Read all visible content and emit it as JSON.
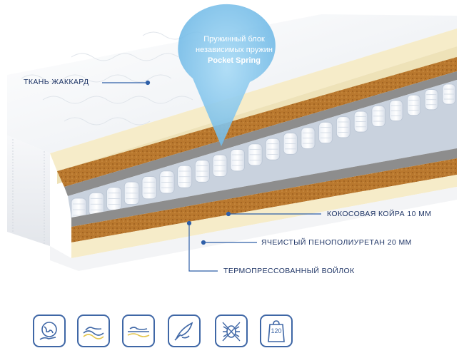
{
  "callouts": {
    "pocket_spring_line1": "Пружинный блок",
    "pocket_spring_line2": "независимых пружин",
    "pocket_spring_line3": "Pocket Spring",
    "fabric": "ТКАНЬ ЖАККАРД",
    "coir": "КОКОСОВАЯ КОЙРА 10 ММ",
    "foam": "ЯЧЕИСТЫЙ ПЕНОПОЛИУРЕТАН 20 ММ",
    "felt": "ТЕРМОПРЕССОВАННЫЙ ВОЙЛОК"
  },
  "icons": {
    "icon1": "globe-hand-icon",
    "icon2": "wave-support-icon",
    "icon3": "body-comfort-icon",
    "icon4": "feather-leaf-icon",
    "icon5": "no-allergy-icon",
    "icon6_text": "120"
  },
  "colors": {
    "accent": "#2e5fa8",
    "label_text": "#1f3566",
    "bubble": "#7fc4ec",
    "coir": "#b7762c",
    "foam": "#f7efd6",
    "felt": "#8a8a8a"
  }
}
